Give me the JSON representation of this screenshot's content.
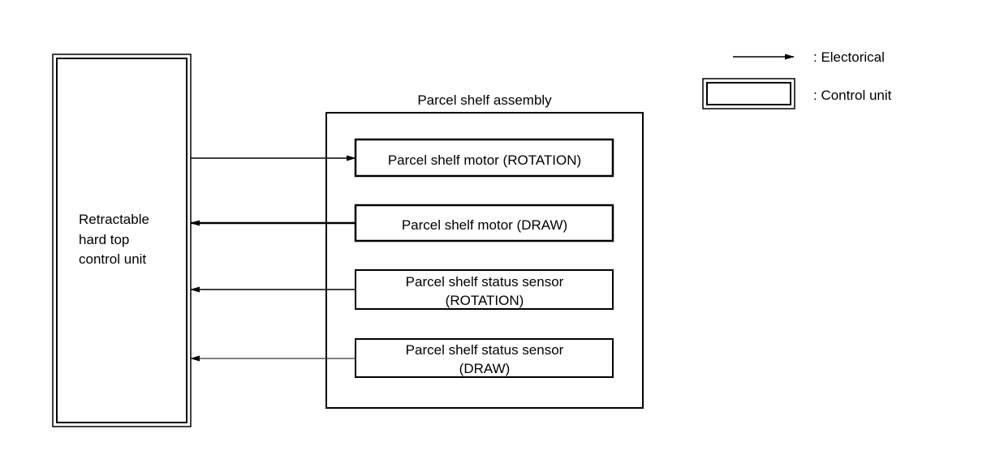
{
  "legend": {
    "electrical_label": ": Electorical",
    "control_unit_label": ": Control unit"
  },
  "control_unit": {
    "label_line1": "Retractable",
    "label_line2": "hard top",
    "label_line3": "control unit"
  },
  "assembly": {
    "title": "Parcel shelf assembly",
    "components": [
      {
        "line1": "Parcel shelf motor (ROTATION)",
        "line2": "",
        "signal": "output"
      },
      {
        "line1": "Parcel shelf motor (DRAW)",
        "line2": "",
        "signal": "input"
      },
      {
        "line1": "Parcel shelf status sensor",
        "line2": "(ROTATION)",
        "signal": "input"
      },
      {
        "line1": "Parcel shelf status sensor",
        "line2": "(DRAW)",
        "signal": "input"
      }
    ]
  },
  "colors": {
    "stroke": "#000000",
    "background": "#ffffff"
  }
}
